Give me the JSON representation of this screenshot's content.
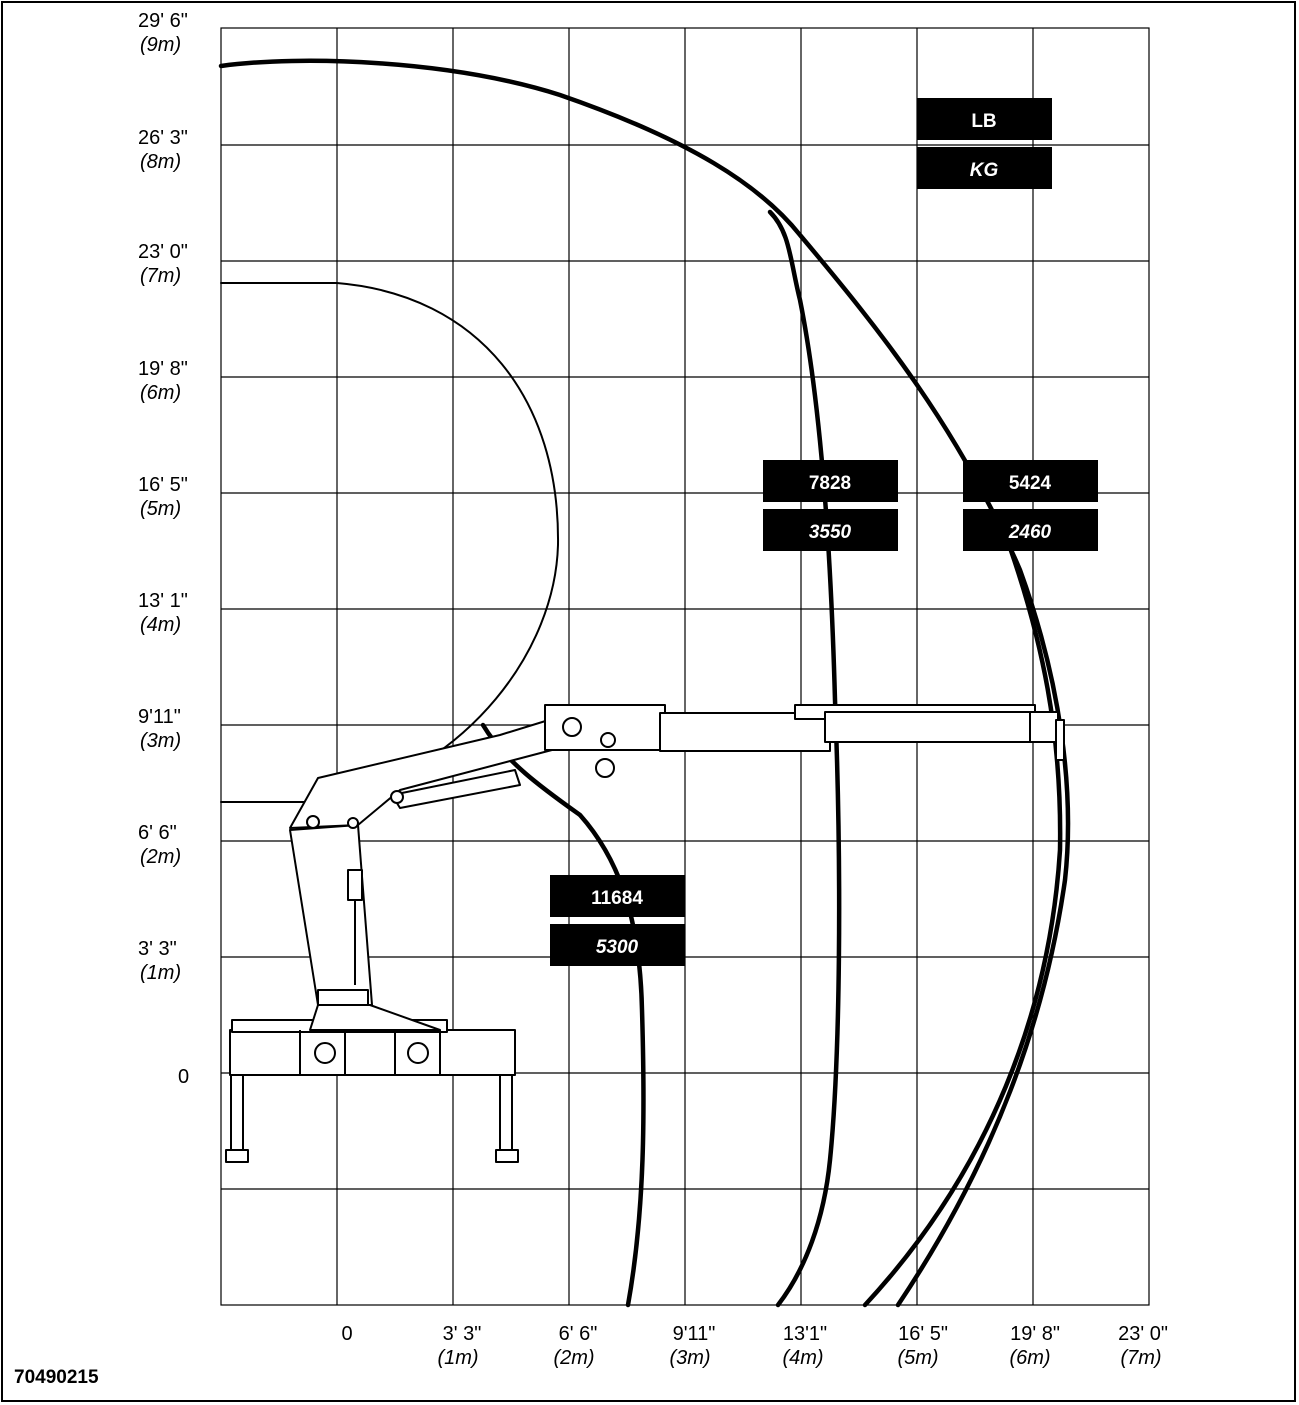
{
  "diagram": {
    "drawing_number": "70490215",
    "unit_box": {
      "lb": "LB",
      "kg": "KG"
    },
    "y_axis": [
      {
        "ft": "29' 6\"",
        "m": "(9m)"
      },
      {
        "ft": "26' 3\"",
        "m": "(8m)"
      },
      {
        "ft": "23' 0\"",
        "m": "(7m)"
      },
      {
        "ft": "19' 8\"",
        "m": "(6m)"
      },
      {
        "ft": "16' 5\"",
        "m": "(5m)"
      },
      {
        "ft": "13' 1\"",
        "m": "(4m)"
      },
      {
        "ft": "9'11\"",
        "m": "(3m)"
      },
      {
        "ft": "6' 6\"",
        "m": "(2m)"
      },
      {
        "ft": "3' 3\"",
        "m": "(1m)"
      },
      {
        "ft": "0",
        "m": ""
      }
    ],
    "x_axis": [
      {
        "ft": "0",
        "m": ""
      },
      {
        "ft": "3' 3\"",
        "m": "(1m)"
      },
      {
        "ft": "6' 6\"",
        "m": "(2m)"
      },
      {
        "ft": "9'11\"",
        "m": "(3m)"
      },
      {
        "ft": "13'1\"",
        "m": "(4m)"
      },
      {
        "ft": "16' 5\"",
        "m": "(5m)"
      },
      {
        "ft": "19' 8\"",
        "m": "(6m)"
      },
      {
        "ft": "23' 0\"",
        "m": "(7m)"
      }
    ],
    "load_labels": [
      {
        "lb": "11684",
        "kg": "5300"
      },
      {
        "lb": "7828",
        "kg": "3550"
      },
      {
        "lb": "5424",
        "kg": "2460"
      }
    ]
  }
}
